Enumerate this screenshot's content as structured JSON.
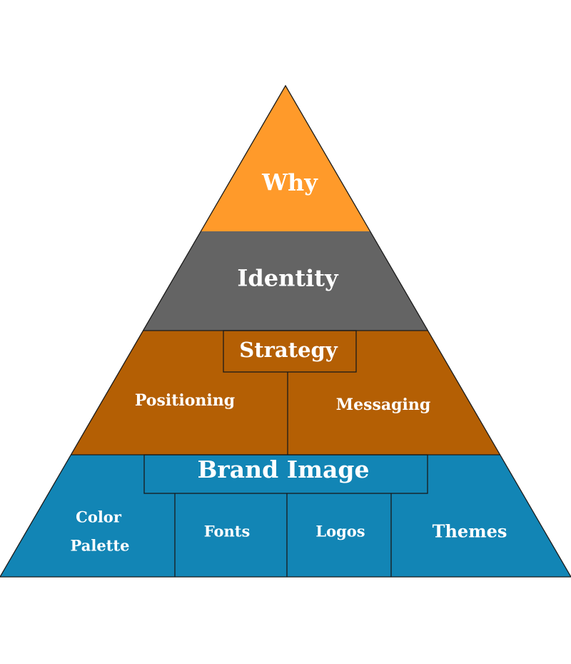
{
  "pyramid": {
    "colors": {
      "why": "#FF9A2A",
      "identity": "#646464",
      "strategy": "#B45F04",
      "brand_image": "#1285B5",
      "text": "#FFFFFF",
      "outline": "#1A1A1A"
    },
    "levels": {
      "why": {
        "label": "Why"
      },
      "identity": {
        "label": "Identity"
      },
      "strategy": {
        "label": "Strategy",
        "items": [
          "Positioning",
          "Messaging"
        ]
      },
      "brand_image": {
        "label": "Brand Image",
        "items": [
          "Color",
          "Palette",
          "Fonts",
          "Logos",
          "Themes"
        ]
      }
    }
  }
}
